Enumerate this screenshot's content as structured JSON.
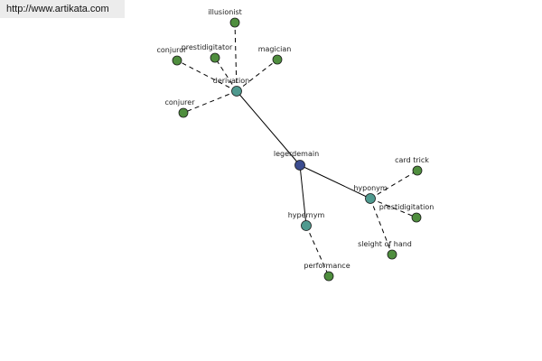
{
  "site_url": "http://www.artikata.com",
  "colors": {
    "root": "#3b4c8f",
    "relation": "#4f9a8f",
    "leaf": "#4f8e3e",
    "stroke": "#1a1a1a",
    "edge": "#000000"
  },
  "nodes": [
    {
      "id": "legerdemain",
      "label": "legerdemain",
      "kind": "root"
    },
    {
      "id": "derivation",
      "label": "derivation",
      "kind": "relation"
    },
    {
      "id": "hyponym",
      "label": "hyponym",
      "kind": "relation"
    },
    {
      "id": "hypernym",
      "label": "hypernym",
      "kind": "relation"
    },
    {
      "id": "illusionist",
      "label": "illusionist",
      "kind": "leaf"
    },
    {
      "id": "conjuror",
      "label": "conjuror",
      "kind": "leaf"
    },
    {
      "id": "prestidigitator",
      "label": "prestidigitator",
      "kind": "leaf"
    },
    {
      "id": "magician",
      "label": "magician",
      "kind": "leaf"
    },
    {
      "id": "conjurer",
      "label": "conjurer",
      "kind": "leaf"
    },
    {
      "id": "card-trick",
      "label": "card trick",
      "kind": "leaf"
    },
    {
      "id": "prestidigitation",
      "label": "prestidigitation",
      "kind": "leaf"
    },
    {
      "id": "sleight-of-hand",
      "label": "sleight of hand",
      "kind": "leaf"
    },
    {
      "id": "performance",
      "label": "performance",
      "kind": "leaf"
    }
  ],
  "edges": [
    {
      "from": "legerdemain",
      "to": "derivation",
      "style": "solid"
    },
    {
      "from": "legerdemain",
      "to": "hyponym",
      "style": "solid"
    },
    {
      "from": "legerdemain",
      "to": "hypernym",
      "style": "solid"
    },
    {
      "from": "derivation",
      "to": "illusionist",
      "style": "dashed"
    },
    {
      "from": "derivation",
      "to": "conjuror",
      "style": "dashed"
    },
    {
      "from": "derivation",
      "to": "prestidigitator",
      "style": "dashed"
    },
    {
      "from": "derivation",
      "to": "magician",
      "style": "dashed"
    },
    {
      "from": "derivation",
      "to": "conjurer",
      "style": "dashed"
    },
    {
      "from": "hyponym",
      "to": "card-trick",
      "style": "dashed"
    },
    {
      "from": "hyponym",
      "to": "prestidigitation",
      "style": "dashed"
    },
    {
      "from": "hyponym",
      "to": "sleight-of-hand",
      "style": "dashed"
    },
    {
      "from": "hypernym",
      "to": "performance",
      "style": "dashed"
    }
  ]
}
